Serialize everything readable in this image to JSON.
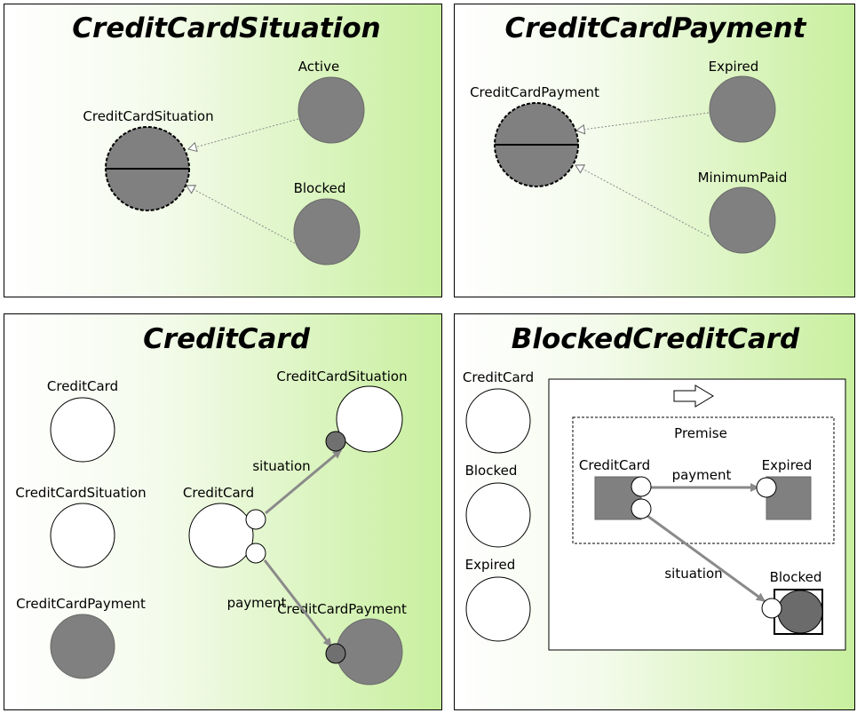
{
  "panels": {
    "situation": {
      "title": "CreditCardSituation",
      "abstract_label": "CreditCardSituation",
      "sub1_label": "Active",
      "sub2_label": "Blocked"
    },
    "payment": {
      "title": "CreditCardPayment",
      "abstract_label": "CreditCardPayment",
      "sub1_label": "Expired",
      "sub2_label": "MinimumPaid"
    },
    "creditcard": {
      "title": "CreditCard",
      "left_labels": [
        "CreditCard",
        "CreditCardSituation",
        "CreditCardPayment"
      ],
      "main_label": "CreditCard",
      "situation_target_label": "CreditCardSituation",
      "payment_target_label": "CreditCardPayment",
      "edge_situation_label": "situation",
      "edge_payment_label": "payment"
    },
    "blocked": {
      "title": "BlockedCreditCard",
      "left_labels": [
        "CreditCard",
        "Blocked",
        "Expired"
      ],
      "premise_label": "Premise",
      "node_creditcard_label": "CreditCard",
      "node_expired_label": "Expired",
      "node_blocked_label": "Blocked",
      "edge_payment_label": "payment",
      "edge_situation_label": "situation"
    }
  },
  "colors": {
    "node_gray": "#808080",
    "node_dark": "#6b6b6b",
    "arrow_gray": "#8a8a8a",
    "node_white": "#ffffff"
  }
}
